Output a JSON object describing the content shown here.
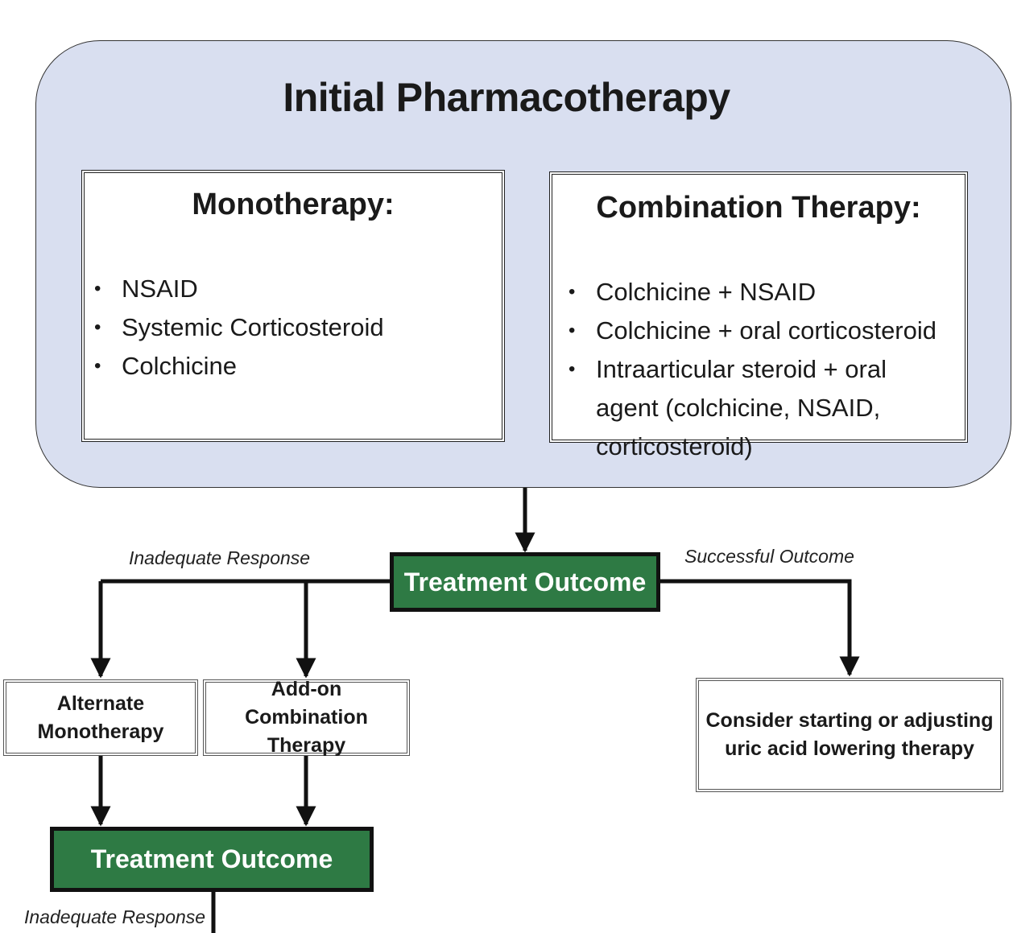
{
  "initial": {
    "title": "Initial Pharmacotherapy",
    "monotherapy": {
      "title": "Monotherapy:",
      "items": [
        "NSAID",
        "Systemic Corticosteroid",
        "Colchicine"
      ]
    },
    "combination": {
      "title": "Combination Therapy:",
      "items": [
        "Colchicine + NSAID",
        "Colchicine + oral corticosteroid",
        "Intraarticular steroid + oral agent (colchicine, NSAID, corticosteroid)"
      ]
    }
  },
  "outcome_1": {
    "label": "Treatment Outcome"
  },
  "labels": {
    "inadequate_1": "Inadequate Response",
    "successful": "Successful Outcome",
    "inadequate_2": "Inadequate Response"
  },
  "options": {
    "alternate": {
      "line1": "Alternate",
      "line2": "Monotherapy"
    },
    "addon": {
      "line1": "Add-on",
      "line2": "Combination Therapy"
    },
    "uric": {
      "line1": "Consider starting or adjusting",
      "line2": "uric acid lowering therapy"
    }
  },
  "outcome_2": {
    "label": "Treatment Outcome"
  },
  "colors": {
    "container_fill": "#d9dff0",
    "outcome_fill": "#2e7a44",
    "line": "#111111"
  }
}
